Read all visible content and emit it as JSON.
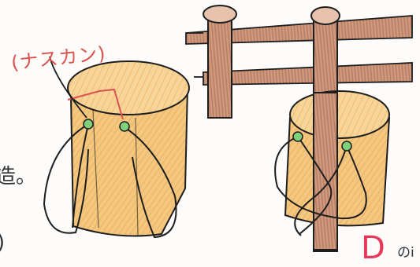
{
  "labels": {
    "nasukan": "(ナスカン)",
    "side_fragment": "造。",
    "letter": "D",
    "suffix": "のi",
    "edge_fragment": ")"
  },
  "colors": {
    "outline": "#1e1e1e",
    "stump_fill": "#f2c47a",
    "stump_top": "#f6d08d",
    "post_fill": "#c98f72",
    "rail_fill": "#caa088",
    "clip_green": "#7ed17a",
    "red_accent": "#d9534f",
    "pink_letter": "#e8385c"
  },
  "icons": [
    "snap-hook-clip",
    "snap-hook-clip",
    "snap-hook-clip",
    "snap-hook-clip"
  ]
}
